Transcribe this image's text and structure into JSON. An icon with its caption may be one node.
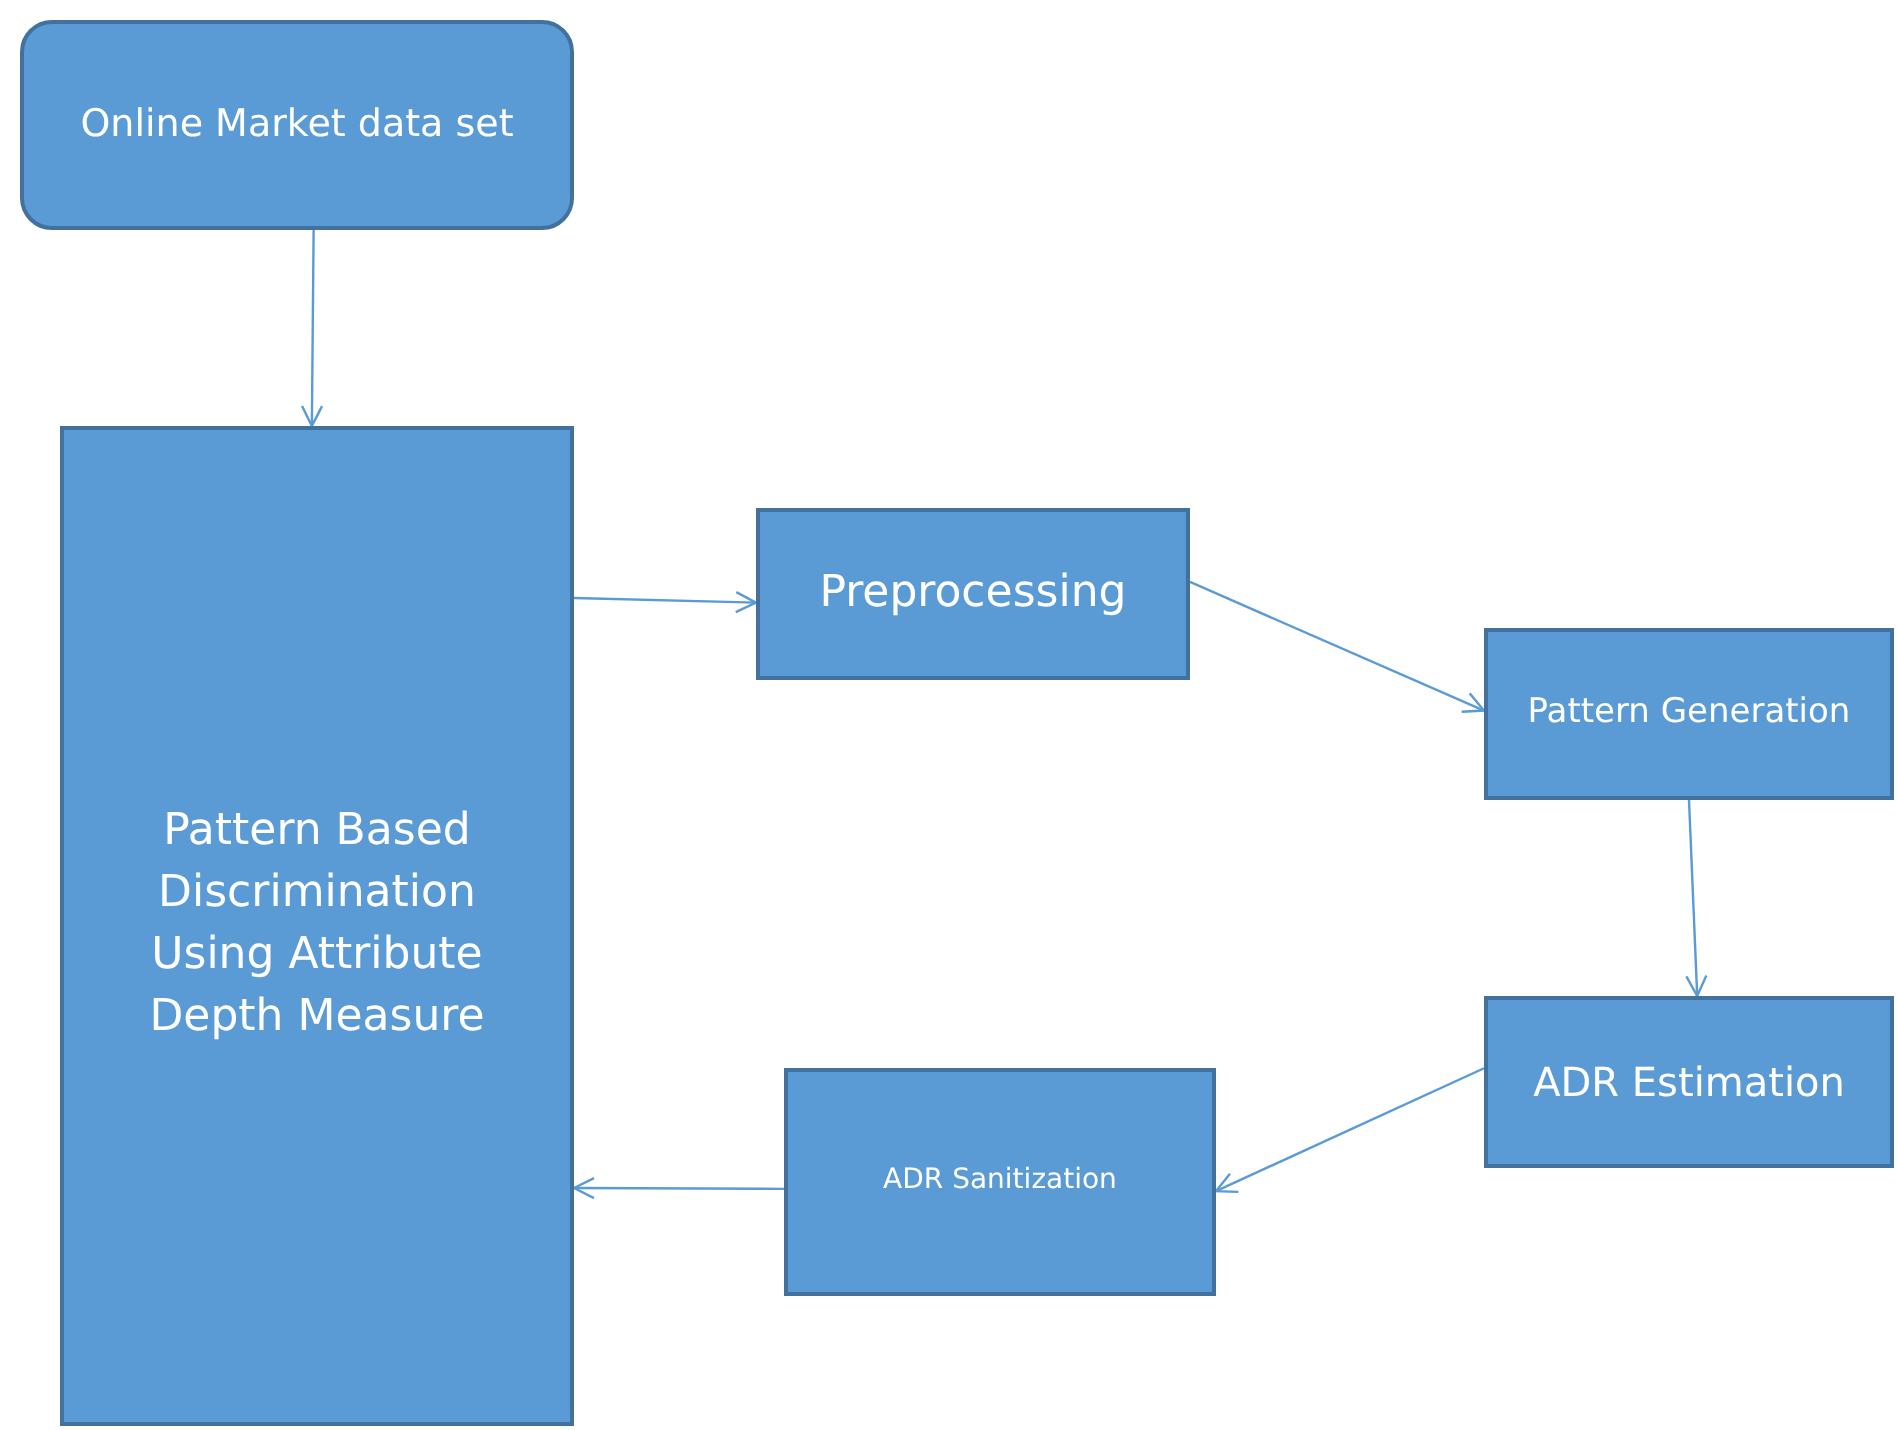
{
  "diagram": {
    "nodes": [
      {
        "text": [
          "Online Market data set"
        ]
      },
      {
        "text": [
          "Pattern Based Discrimination Using Attribute Depth Measure"
        ]
      },
      {
        "text": [
          "Preprocessing"
        ]
      },
      {
        "text": [
          "Pattern Generation"
        ]
      },
      {
        "text": [
          "ADR Estimation"
        ]
      },
      {
        "text": [
          "ADR Sanitization"
        ]
      }
    ],
    "edges": [
      {
        "from": 0,
        "to": 1,
        "arrow": "to"
      },
      {
        "from": 1,
        "to": 2,
        "arrow": "to"
      },
      {
        "from": 2,
        "to": 3,
        "arrow": "to"
      },
      {
        "from": 3,
        "to": 4,
        "arrow": "to"
      },
      {
        "from": 4,
        "to": 5,
        "arrow": "to"
      },
      {
        "from": 5,
        "to": 1,
        "arrow": "to"
      }
    ]
  }
}
